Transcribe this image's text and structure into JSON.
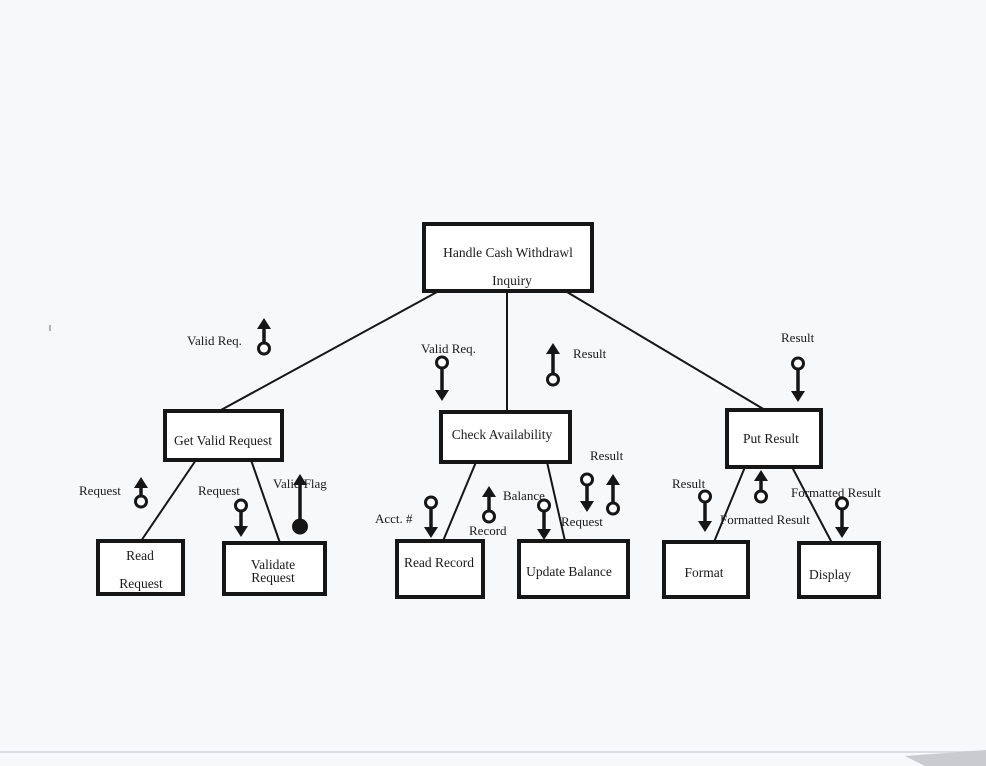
{
  "modules": {
    "root": {
      "lines": [
        "Handle Cash Withdrawl",
        "Inquiry"
      ]
    },
    "get_valid_request": {
      "lines": [
        "Get Valid Request"
      ]
    },
    "check_availability": {
      "lines": [
        "Check Availability"
      ]
    },
    "put_result": {
      "lines": [
        "Put Result"
      ]
    },
    "read_request": {
      "lines": [
        "Read",
        "Request"
      ]
    },
    "validate_request": {
      "lines": [
        "Validate",
        "Request"
      ]
    },
    "read_record": {
      "lines": [
        "Read Record"
      ]
    },
    "update_balance": {
      "lines": [
        "Update Balance"
      ]
    },
    "format": {
      "lines": [
        "Format"
      ]
    },
    "display": {
      "lines": [
        "Display"
      ]
    }
  },
  "couples": {
    "root_gvr_valid_req": {
      "label": "Valid Req.",
      "direction": "up",
      "kind": "data"
    },
    "root_ca_valid_req": {
      "label": "Valid Req.",
      "direction": "down",
      "kind": "data"
    },
    "root_ca_result": {
      "label": "Result",
      "direction": "up",
      "kind": "data"
    },
    "root_pr_result": {
      "label": "Result",
      "direction": "down",
      "kind": "data"
    },
    "gvr_read_request": {
      "label": "Request",
      "direction": "up",
      "kind": "data"
    },
    "gvr_validate_request": {
      "label": "Request",
      "direction": "down",
      "kind": "data"
    },
    "gvr_valid_flag": {
      "label": "Valid Flag",
      "direction": "up",
      "kind": "flag"
    },
    "ca_acct": {
      "label": "Acct. #",
      "direction": "down",
      "kind": "data"
    },
    "ca_record": {
      "label": "Record",
      "direction": "up",
      "kind": "data"
    },
    "ca_balance": {
      "label": "Balance",
      "direction": "down",
      "kind": "data"
    },
    "ca_request": {
      "label": "Request",
      "direction": "down",
      "kind": "data"
    },
    "ca_result": {
      "label": "Result",
      "direction": "up",
      "kind": "data"
    },
    "pr_result": {
      "label": "Result",
      "direction": "down",
      "kind": "data"
    },
    "pr_formatted_result_up": {
      "label": "Formatted Result",
      "direction": "up",
      "kind": "data"
    },
    "pr_formatted_result_down": {
      "label": "Formatted Result",
      "direction": "down",
      "kind": "data"
    }
  },
  "colors": {
    "ink": "#161616",
    "paper": "#f7f8fa",
    "box_fill": "#ffffff"
  }
}
